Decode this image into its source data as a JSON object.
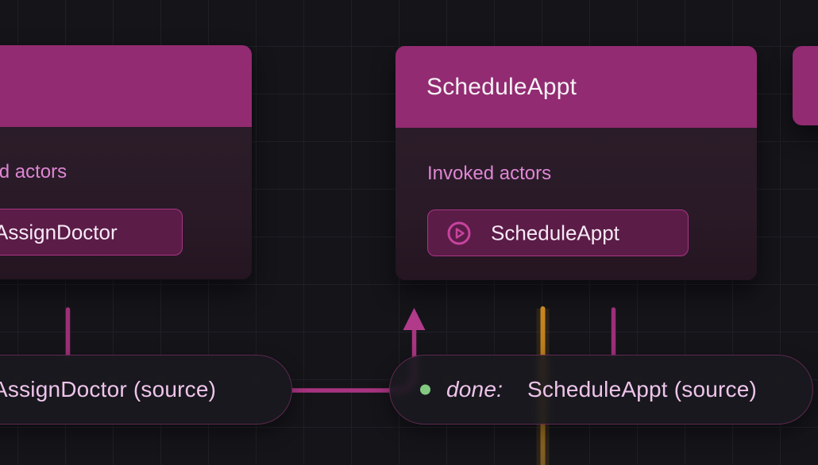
{
  "editor": {
    "kind": "state-machine-canvas"
  },
  "nodes": {
    "assign_doctor": {
      "actors_heading": "Invoked actors",
      "actor_label": "AssignDoctor"
    },
    "schedule_appt": {
      "title": "ScheduleAppt",
      "actors_heading": "Invoked actors",
      "actor_label": "ScheduleAppt"
    }
  },
  "transitions": {
    "assign_doctor_source": {
      "label": "AssignDoctor (source)"
    },
    "schedule_appt_done": {
      "event": "done:",
      "label": "ScheduleAppt (source)"
    }
  },
  "icons": {
    "actor_button_icon": "play-circle-icon"
  },
  "colors": {
    "background": "#141419",
    "grid_line": "#1f1f26",
    "state_header": "#922b71",
    "state_body": "#2a1b28",
    "accent_magenta": "#a83480",
    "arrow_magenta": "#b13b8a",
    "highlight_orange": "#c8871f",
    "done_dot_green": "#84c981",
    "heading_pink": "#de86d4",
    "pill_text": "#eec4ea"
  }
}
